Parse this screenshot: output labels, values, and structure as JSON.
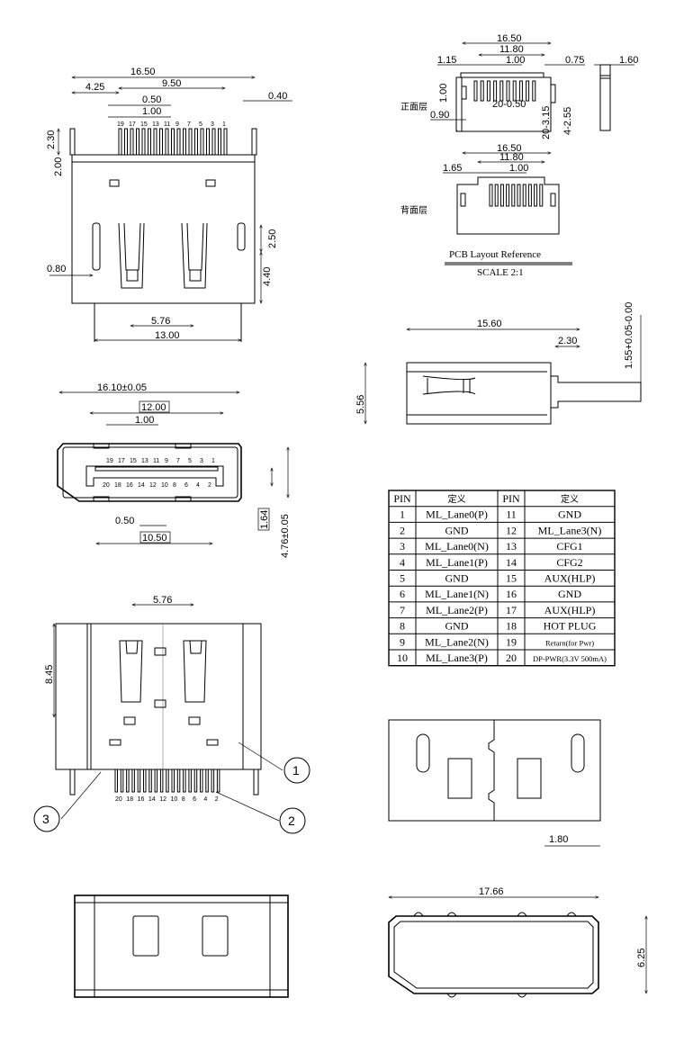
{
  "top_view": {
    "dims": {
      "overall": "16.50",
      "left_offset": "4.25",
      "pin_span": "9.50",
      "pitch_half": "0.50",
      "pitch": "1.00",
      "post_width": "0.40",
      "pin_height": "2.30",
      "flange": "2.00",
      "slot_height": "2.50",
      "slot_offset": "0.80",
      "lower_height": "4.40",
      "latch_span": "5.76",
      "post_span": "13.00"
    },
    "pin_labels": [
      "19",
      "17",
      "15",
      "13",
      "11",
      "9",
      "7",
      "5",
      "3",
      "1"
    ]
  },
  "pcb_layout": {
    "front_label": "正面层",
    "back_label": "背面层",
    "front_dims": {
      "overall": "16.50",
      "pin_span": "11.80",
      "pitch": "1.00",
      "left": "1.15",
      "right": "0.75",
      "side": "1.60",
      "height": "1.00",
      "edge": "0.90",
      "pads": "20-0.50",
      "pad_len": "20-3.15",
      "hole": "4-2.55"
    },
    "back_dims": {
      "overall": "16.50",
      "pin_span": "11.80",
      "pitch": "1.00",
      "left": "1.65"
    },
    "title": "PCB Layout Reference",
    "scale": "SCALE 2:1"
  },
  "front_view": {
    "dims": {
      "width": "16.10±0.05",
      "inner": "12.00",
      "pitch": "1.00",
      "half_pitch": "0.50",
      "pins": "10.50",
      "slot_height": "1.64",
      "height": "4.76±0.05"
    },
    "top_pins": [
      "19",
      "17",
      "15",
      "13",
      "11",
      "9",
      "7",
      "5",
      "3",
      "1"
    ],
    "bottom_pins": [
      "20",
      "18",
      "16",
      "14",
      "12",
      "10",
      "8",
      "6",
      "4",
      "2"
    ]
  },
  "side_view": {
    "dims": {
      "length": "15.60",
      "tail": "2.30",
      "offset": "1.55+0.05-0.00",
      "height": "5.56"
    }
  },
  "pin_table": {
    "headers": [
      "PIN",
      "定义",
      "PIN",
      "定义"
    ],
    "rows": [
      [
        "1",
        "ML_Lane0(P)",
        "11",
        "GND"
      ],
      [
        "2",
        "GND",
        "12",
        "ML_Lane3(N)"
      ],
      [
        "3",
        "ML_Lane0(N)",
        "13",
        "CFG1"
      ],
      [
        "4",
        "ML_Lane1(P)",
        "14",
        "CFG2"
      ],
      [
        "5",
        "GND",
        "15",
        "AUX(HLP)"
      ],
      [
        "6",
        "ML_Lane1(N)",
        "16",
        "GND"
      ],
      [
        "7",
        "ML_Lane2(P)",
        "17",
        "AUX(HLP)"
      ],
      [
        "8",
        "GND",
        "18",
        "HOT PLUG"
      ],
      [
        "9",
        "ML_Lane2(N)",
        "19",
        "Retarn(for Pwr)"
      ],
      [
        "10",
        "ML_Lane3(P)",
        "20",
        "DP-PWR(3.3V 500mA)"
      ]
    ]
  },
  "bottom_view": {
    "dims": {
      "latch_span": "5.76",
      "height": "8.45"
    },
    "pin_labels": [
      "20",
      "18",
      "16",
      "14",
      "12",
      "10",
      "8",
      "6",
      "4",
      "2"
    ],
    "callouts": [
      "1",
      "2",
      "3"
    ]
  },
  "rear_view": {
    "dims": {
      "tab": "1.80"
    }
  },
  "end_view": {
    "dims": {
      "width": "17.66",
      "height": "6.25"
    }
  }
}
